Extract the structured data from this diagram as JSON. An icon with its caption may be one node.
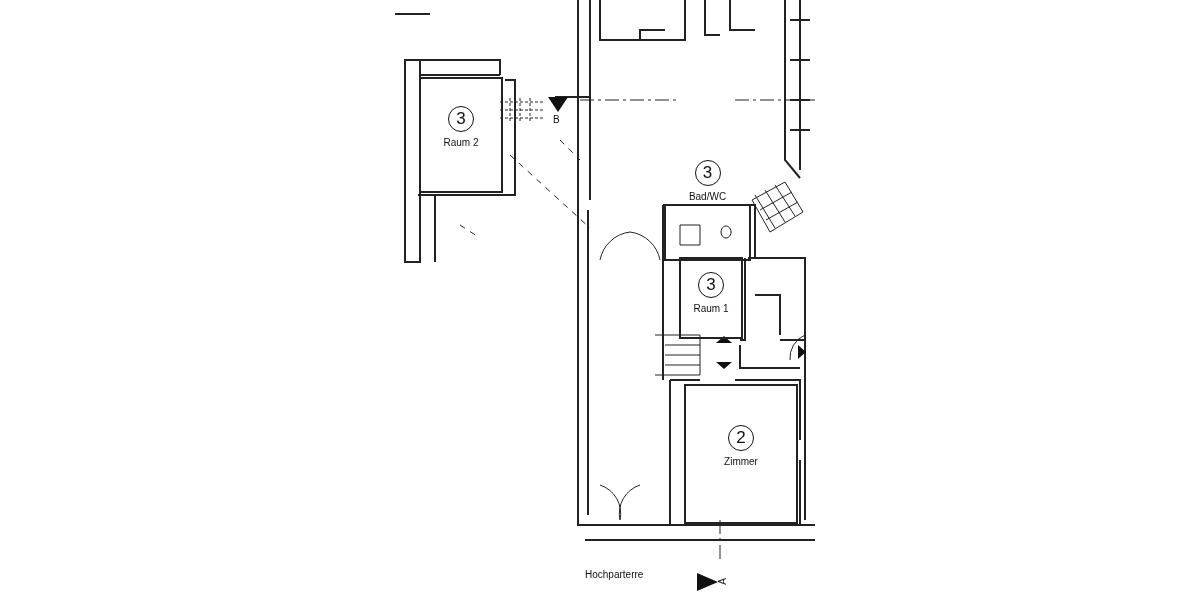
{
  "diagram": {
    "nodes": [
      {
        "text": [
          "3",
          "Raum 2"
        ]
      },
      {
        "text": [
          "3",
          "Bad/WC"
        ]
      },
      {
        "text": [
          "3",
          "Raum 1"
        ]
      },
      {
        "text": [
          "2",
          "Zimmer"
        ]
      }
    ],
    "labels": [
      "B",
      "Hochparterre",
      "A"
    ]
  }
}
